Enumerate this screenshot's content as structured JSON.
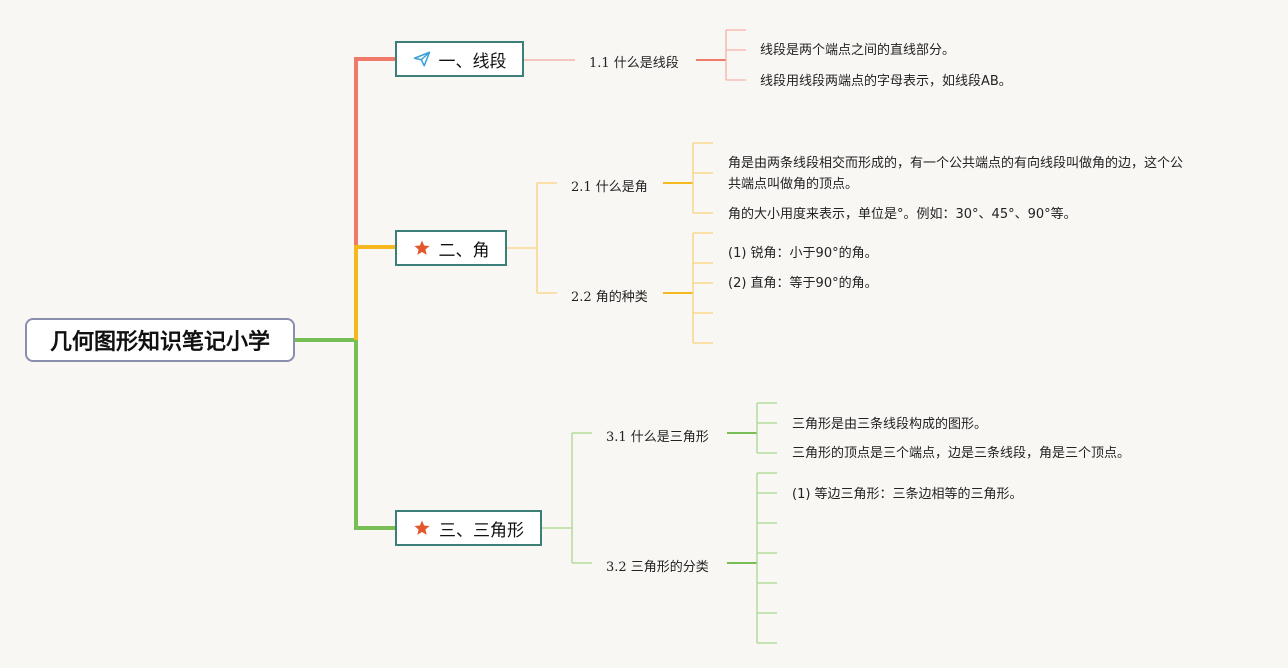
{
  "root": {
    "title": "几何图形知识笔记小学"
  },
  "colors": {
    "branch1": "#f07a6a",
    "branch2": "#f5b81e",
    "branch3": "#77be55",
    "topic_border": "#3c7f78",
    "root_border": "#8a8fb0",
    "star": "#e2572b",
    "plane": "#3aa0d8"
  },
  "branches": [
    {
      "title": "一、线段",
      "icon": "paper-plane-icon",
      "subs": [
        {
          "label": "1.1 什么是线段",
          "leaves": [
            "线段是两个端点之间的直线部分。",
            "线段用线段两端点的字母表示，如线段AB。"
          ]
        }
      ]
    },
    {
      "title": "二、角",
      "icon": "star-icon",
      "subs": [
        {
          "label": "2.1 什么是角",
          "leaves": [
            "角是由两条线段相交而形成的，有一个公共端点的有向线段叫做角的边，这个公",
            "共端点叫做角的顶点。",
            "角的大小用度来表示，单位是°。例如：30°、45°、90°等。"
          ]
        },
        {
          "label": "2.2 角的种类",
          "leaves": [
            "(1) 锐角：小于90°的角。",
            "(2) 直角：等于90°的角。"
          ]
        }
      ]
    },
    {
      "title": "三、三角形",
      "icon": "star-icon",
      "subs": [
        {
          "label": "3.1 什么是三角形",
          "leaves": [
            "三角形是由三条线段构成的图形。",
            "三角形的顶点是三个端点，边是三条线段，角是三个顶点。"
          ]
        },
        {
          "label": "3.2 三角形的分类",
          "leaves": [
            "(1) 等边三角形：三条边相等的三角形。"
          ]
        }
      ]
    }
  ]
}
